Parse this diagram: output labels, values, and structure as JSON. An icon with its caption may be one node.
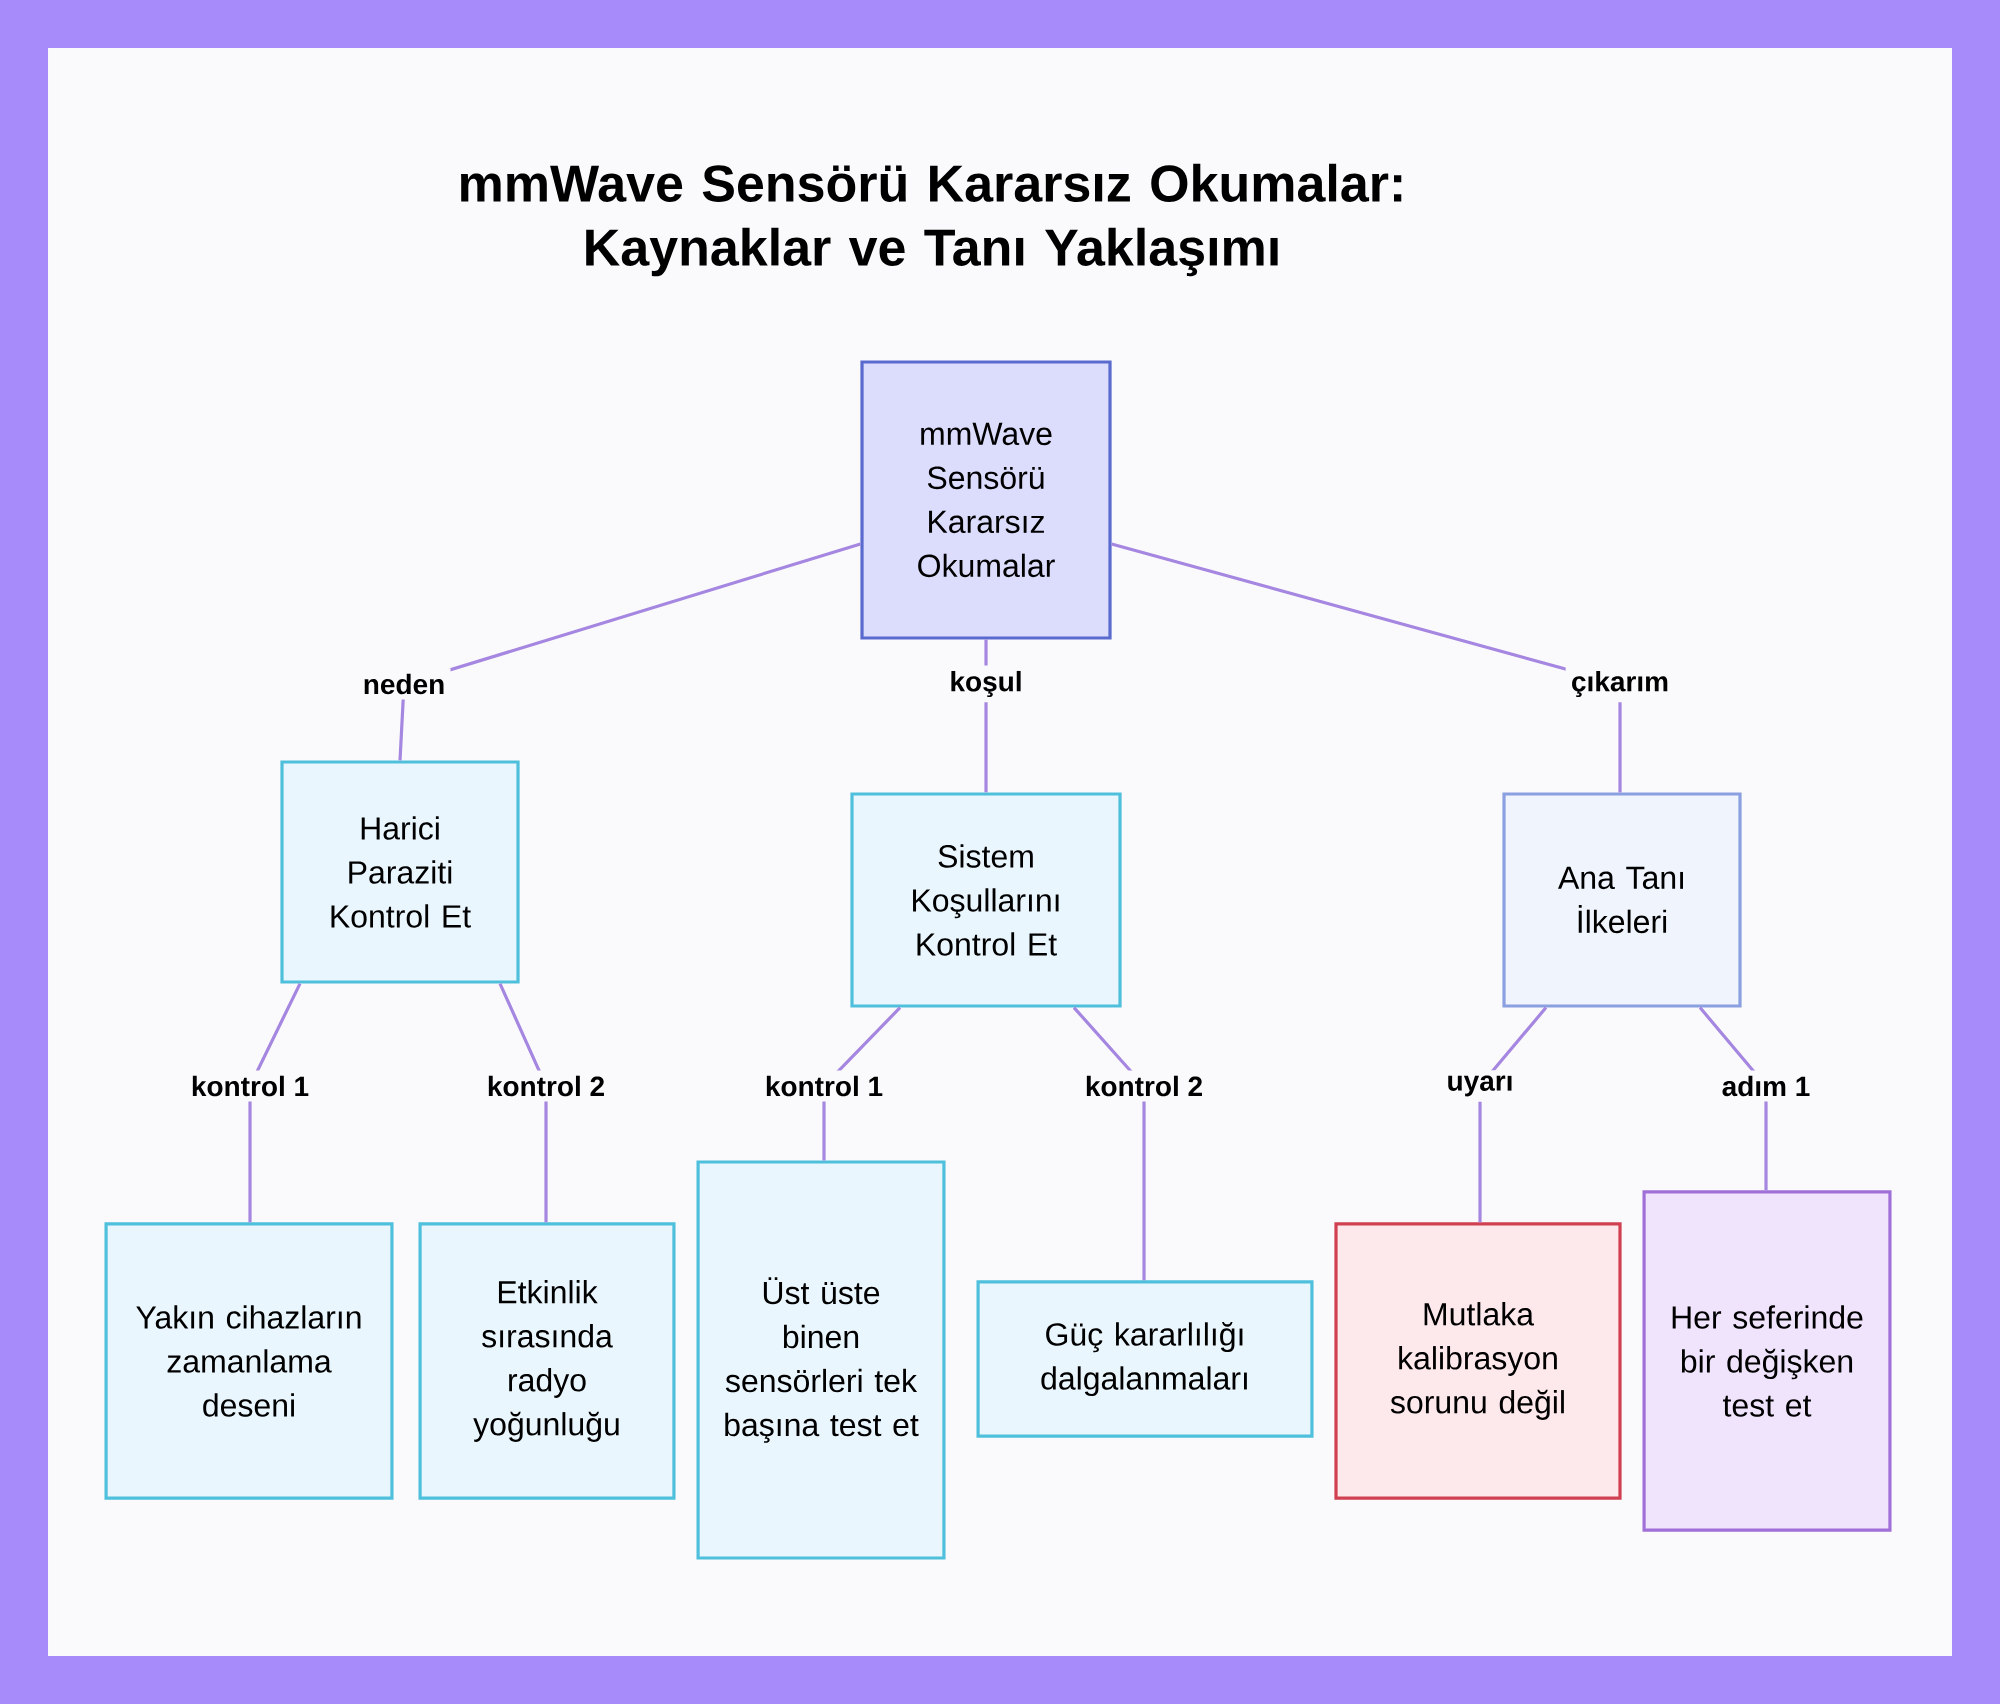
{
  "diagram": {
    "title": "mmWave Sensörü Kararsız Okumalar: Kaynaklar ve Tanı Yaklaşımı",
    "nodes": [
      {
        "text": [
          "mmWave Sensörü Kararsız Okumalar"
        ]
      },
      {
        "text": [
          "Harici Paraziti Kontrol Et"
        ]
      },
      {
        "text": [
          "Sistem Koşullarını Kontrol Et"
        ]
      },
      {
        "text": [
          "Ana Tanı İlkeleri"
        ]
      },
      {
        "text": [
          "Yakın cihazların zamanlama deseni"
        ]
      },
      {
        "text": [
          "Etkinlik sırasında radyo yoğunluğu"
        ]
      },
      {
        "text": [
          "Üst üste binen sensörleri tek başına test et"
        ]
      },
      {
        "text": [
          "Güç kararlılığı dalgalanmaları"
        ]
      },
      {
        "text": [
          "Mutlaka kalibrasyon sorunu değil"
        ]
      },
      {
        "text": [
          "Her seferinde bir değişken test et"
        ]
      }
    ],
    "edges": [
      {
        "from": 0,
        "to": 1,
        "arrow": "none",
        "label": "neden"
      },
      {
        "from": 0,
        "to": 2,
        "arrow": "none",
        "label": "koşul"
      },
      {
        "from": 0,
        "to": 3,
        "arrow": "none",
        "label": "çıkarım"
      },
      {
        "from": 1,
        "to": 4,
        "arrow": "none",
        "label": "kontrol 1"
      },
      {
        "from": 1,
        "to": 5,
        "arrow": "none",
        "label": "kontrol 2"
      },
      {
        "from": 2,
        "to": 6,
        "arrow": "none",
        "label": "kontrol 1"
      },
      {
        "from": 2,
        "to": 7,
        "arrow": "none",
        "label": "kontrol 2"
      },
      {
        "from": 3,
        "to": 8,
        "arrow": "none",
        "label": "uyarı"
      },
      {
        "from": 3,
        "to": 9,
        "arrow": "none",
        "label": "adım 1"
      }
    ]
  }
}
